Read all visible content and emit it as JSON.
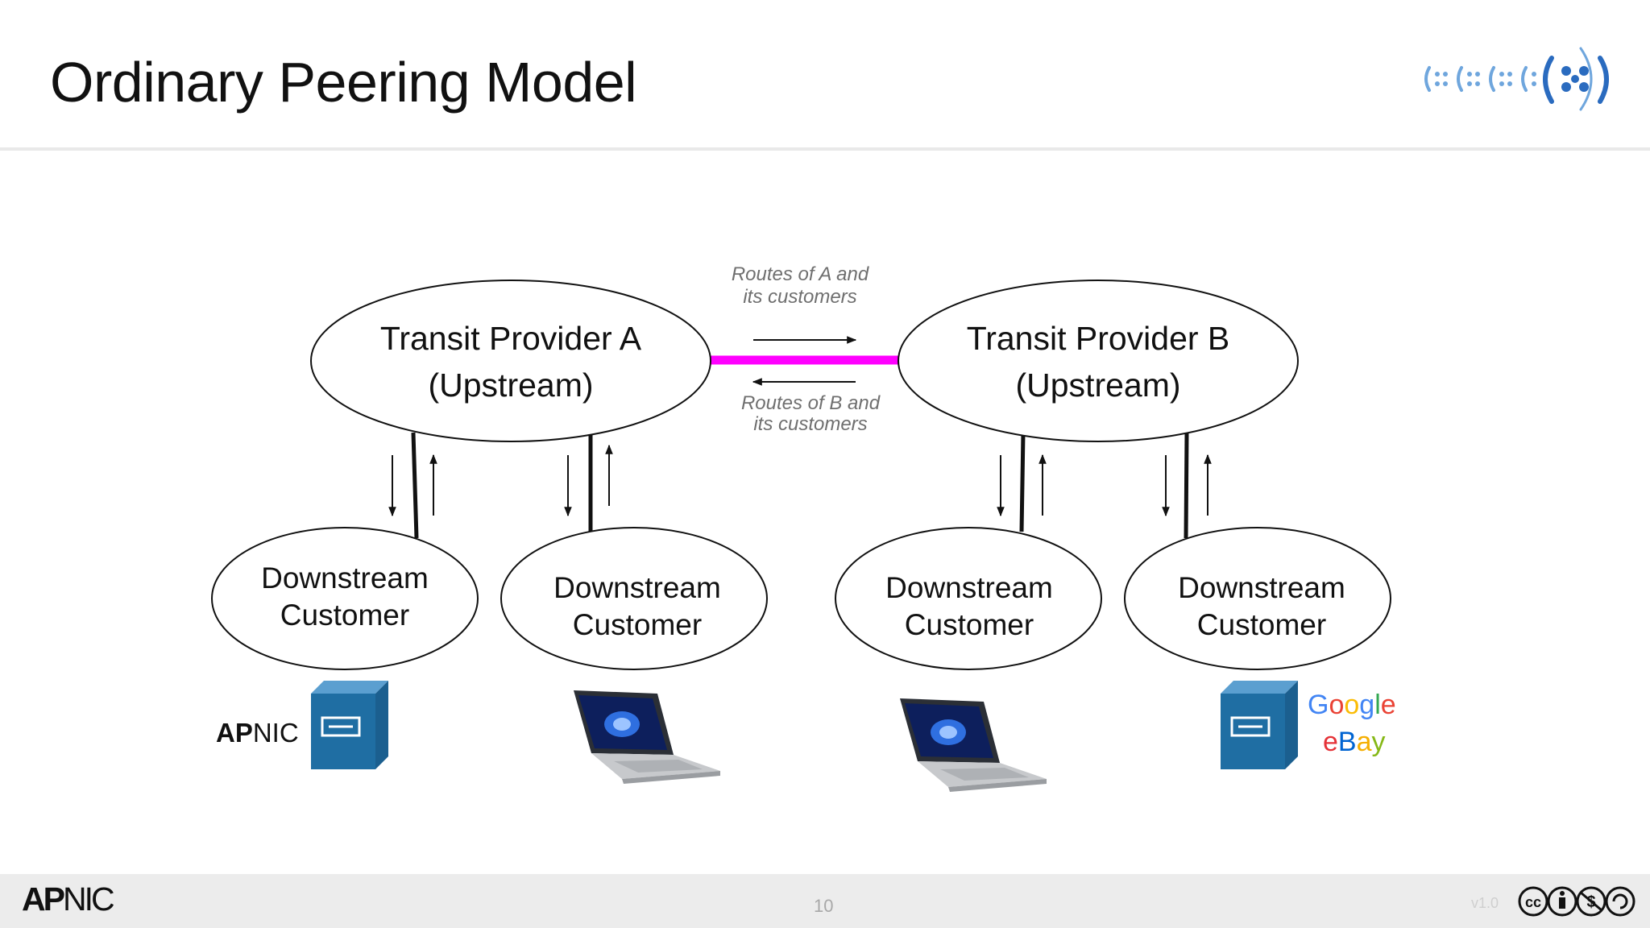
{
  "slide": {
    "title": "Ordinary Peering Model"
  },
  "diagram": {
    "providers": [
      {
        "name": "Transit Provider A",
        "role": "(Upstream)"
      },
      {
        "name": "Transit Provider B",
        "role": "(Upstream)"
      }
    ],
    "peering_link": {
      "color": "#ff00ff",
      "label_top_line1": "Routes of A and",
      "label_top_line2": "its customers",
      "label_bottom_line1": "Routes of B and",
      "label_bottom_line2": "its customers"
    },
    "customers": [
      {
        "line1": "Downstream",
        "line2": "Customer",
        "icon": "server-icon",
        "label": "APNIC"
      },
      {
        "line1": "Downstream",
        "line2": "Customer",
        "icon": "laptop-icon"
      },
      {
        "line1": "Downstream",
        "line2": "Customer",
        "icon": "laptop-icon"
      },
      {
        "line1": "Downstream",
        "line2": "Customer",
        "icon": "server-icon",
        "labels": [
          "Google",
          "eBay"
        ]
      }
    ],
    "server_color": "#1f6ea3"
  },
  "footer": {
    "logo_bold": "AP",
    "logo_regular": "NIC",
    "page_number": "10",
    "version": "v1.0",
    "license_icons": [
      "cc-icon",
      "by-icon",
      "nc-icon",
      "sa-icon"
    ]
  }
}
